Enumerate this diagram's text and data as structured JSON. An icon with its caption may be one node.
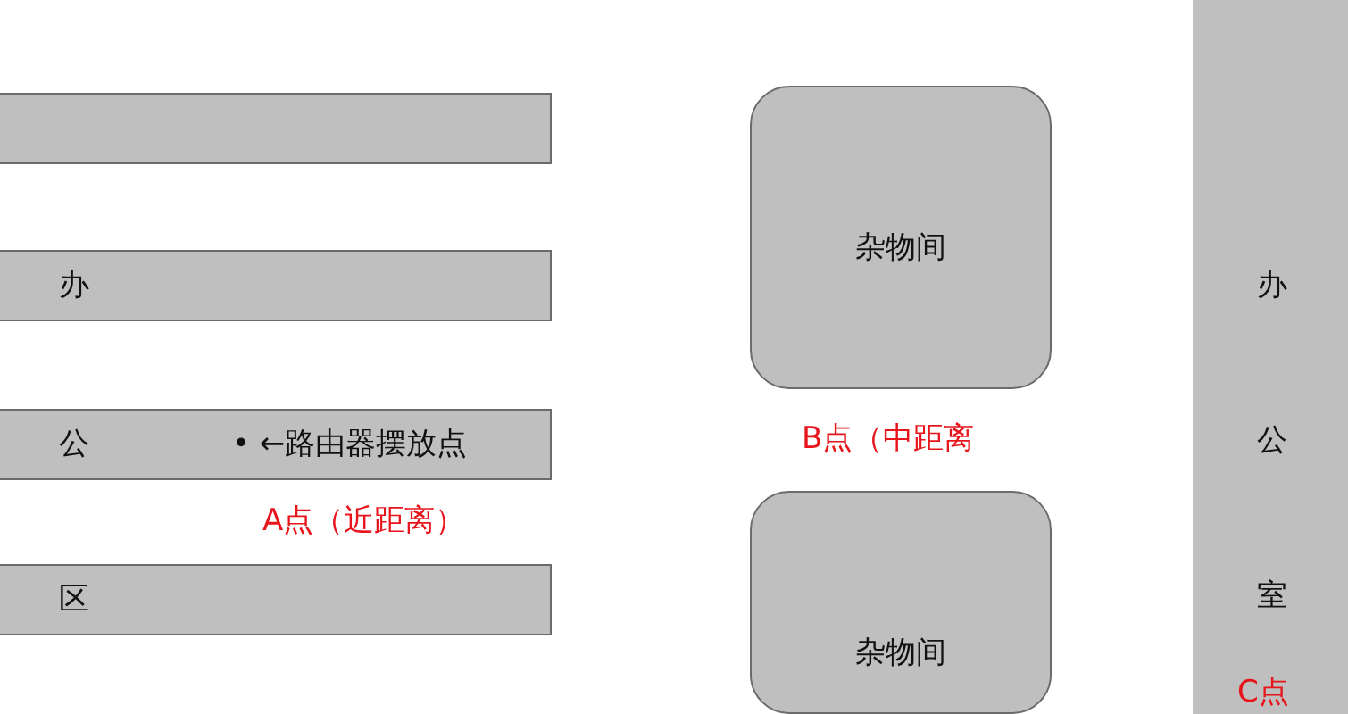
{
  "diagram": {
    "nodes": [
      {
        "text": [],
        "shape": "bar"
      },
      {
        "text": [
          "办"
        ]
      },
      {
        "text": [
          "公",
          "• ←路由器摆放点"
        ]
      },
      {
        "text": [
          "区"
        ]
      },
      {
        "text": [
          "杂物间"
        ]
      },
      {
        "text": [
          "杂物间"
        ]
      },
      {
        "text": [
          "办",
          "公",
          "室"
        ]
      }
    ],
    "labels": [
      "A点（近距离）",
      "B点（中距离",
      "C点"
    ]
  }
}
